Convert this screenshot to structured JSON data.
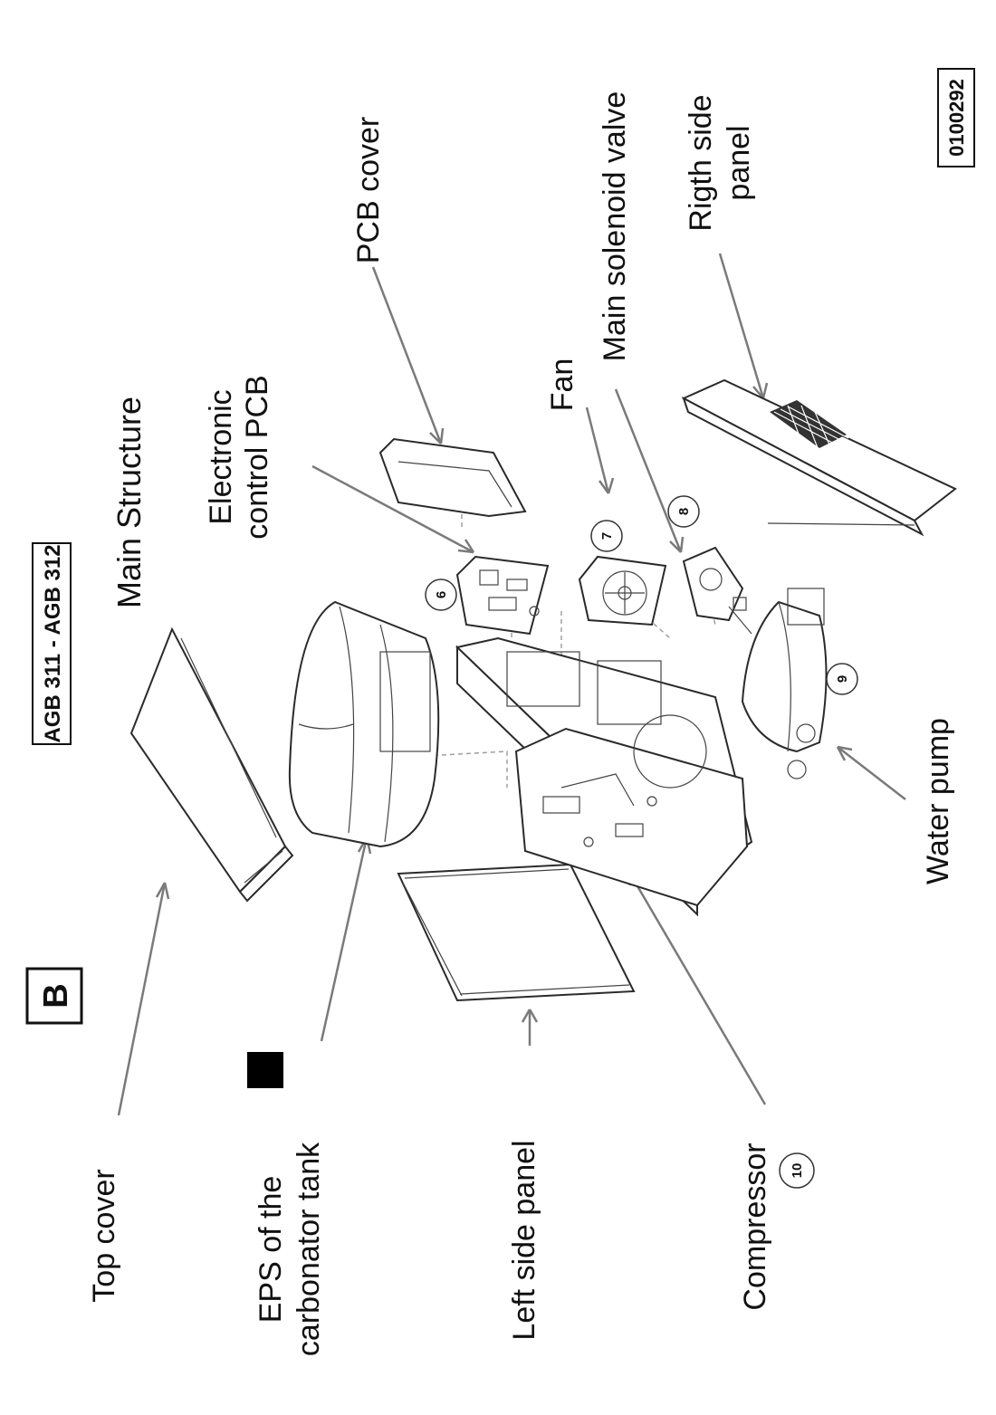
{
  "section_letter": "B",
  "model_code": "AGB 311 - AGB 312",
  "diagram_title": "Main Structure",
  "drawing_number": "0100292",
  "labels": {
    "top_cover": "Top cover",
    "eps_line1": "EPS of the",
    "eps_line2": "carbonator tank",
    "left_side_panel": "Left side panel",
    "compressor": "Compressor",
    "water_pump": "Water pump",
    "electronic_line1": "Electronic",
    "electronic_line2": "control PCB",
    "pcb_cover": "PCB cover",
    "fan": "Fan",
    "main_solenoid_valve": "Main solenoid valve",
    "right_panel_line1": "Rigth side",
    "right_panel_line2": "panel"
  },
  "callouts": {
    "pcb": "6",
    "fan": "7",
    "solenoid": "8",
    "pump": "9",
    "compressor": "10"
  },
  "marker_color": "#000000"
}
